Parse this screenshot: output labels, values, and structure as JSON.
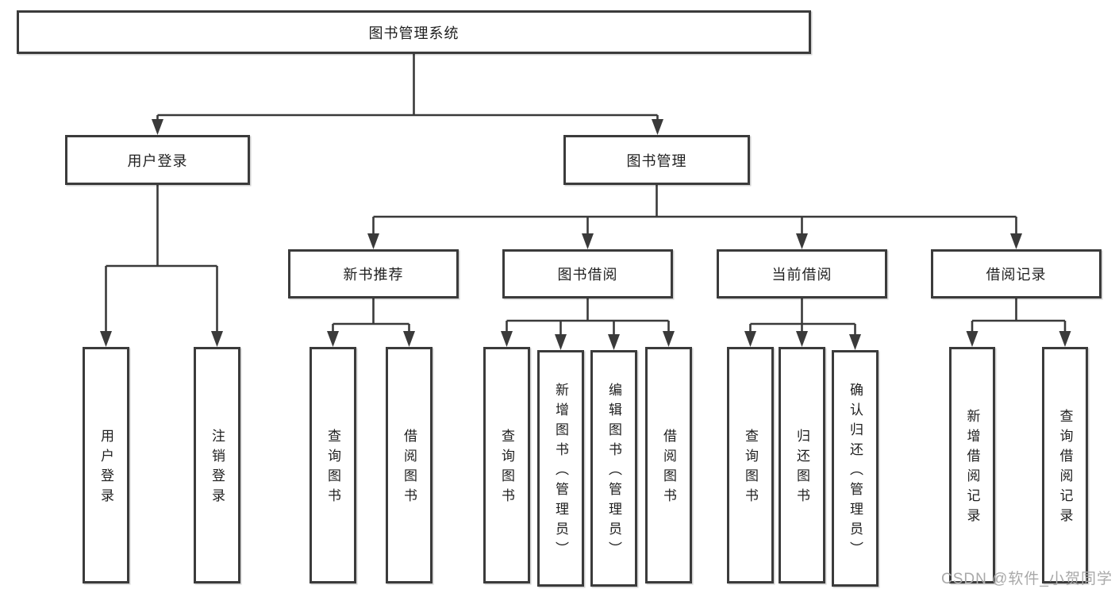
{
  "diagram": {
    "title": "图书管理系统",
    "level2": [
      {
        "label": "用户登录"
      },
      {
        "label": "图书管理"
      }
    ],
    "level3": [
      {
        "label": "新书推荐"
      },
      {
        "label": "图书借阅"
      },
      {
        "label": "当前借阅"
      },
      {
        "label": "借阅记录"
      }
    ],
    "leaves": [
      {
        "label": "用户登录"
      },
      {
        "label": "注销登录"
      },
      {
        "label": "查询图书"
      },
      {
        "label": "借阅图书"
      },
      {
        "label": "查询图书"
      },
      {
        "label": "新增图书（管理员）"
      },
      {
        "label": "编辑图书（管理员）"
      },
      {
        "label": "借阅图书"
      },
      {
        "label": "查询图书"
      },
      {
        "label": "归还图书"
      },
      {
        "label": "确认归还（管理员）"
      },
      {
        "label": "新增借阅记录"
      },
      {
        "label": "查询借阅记录"
      }
    ]
  },
  "watermark": {
    "text": "CSDN @软件_小贺同学"
  },
  "colors": {
    "line": "#3a3a3a",
    "box_border": "#3b3b3b",
    "text": "#1f1f1f",
    "watermark": "#a9a9a9",
    "background": "#ffffff"
  }
}
